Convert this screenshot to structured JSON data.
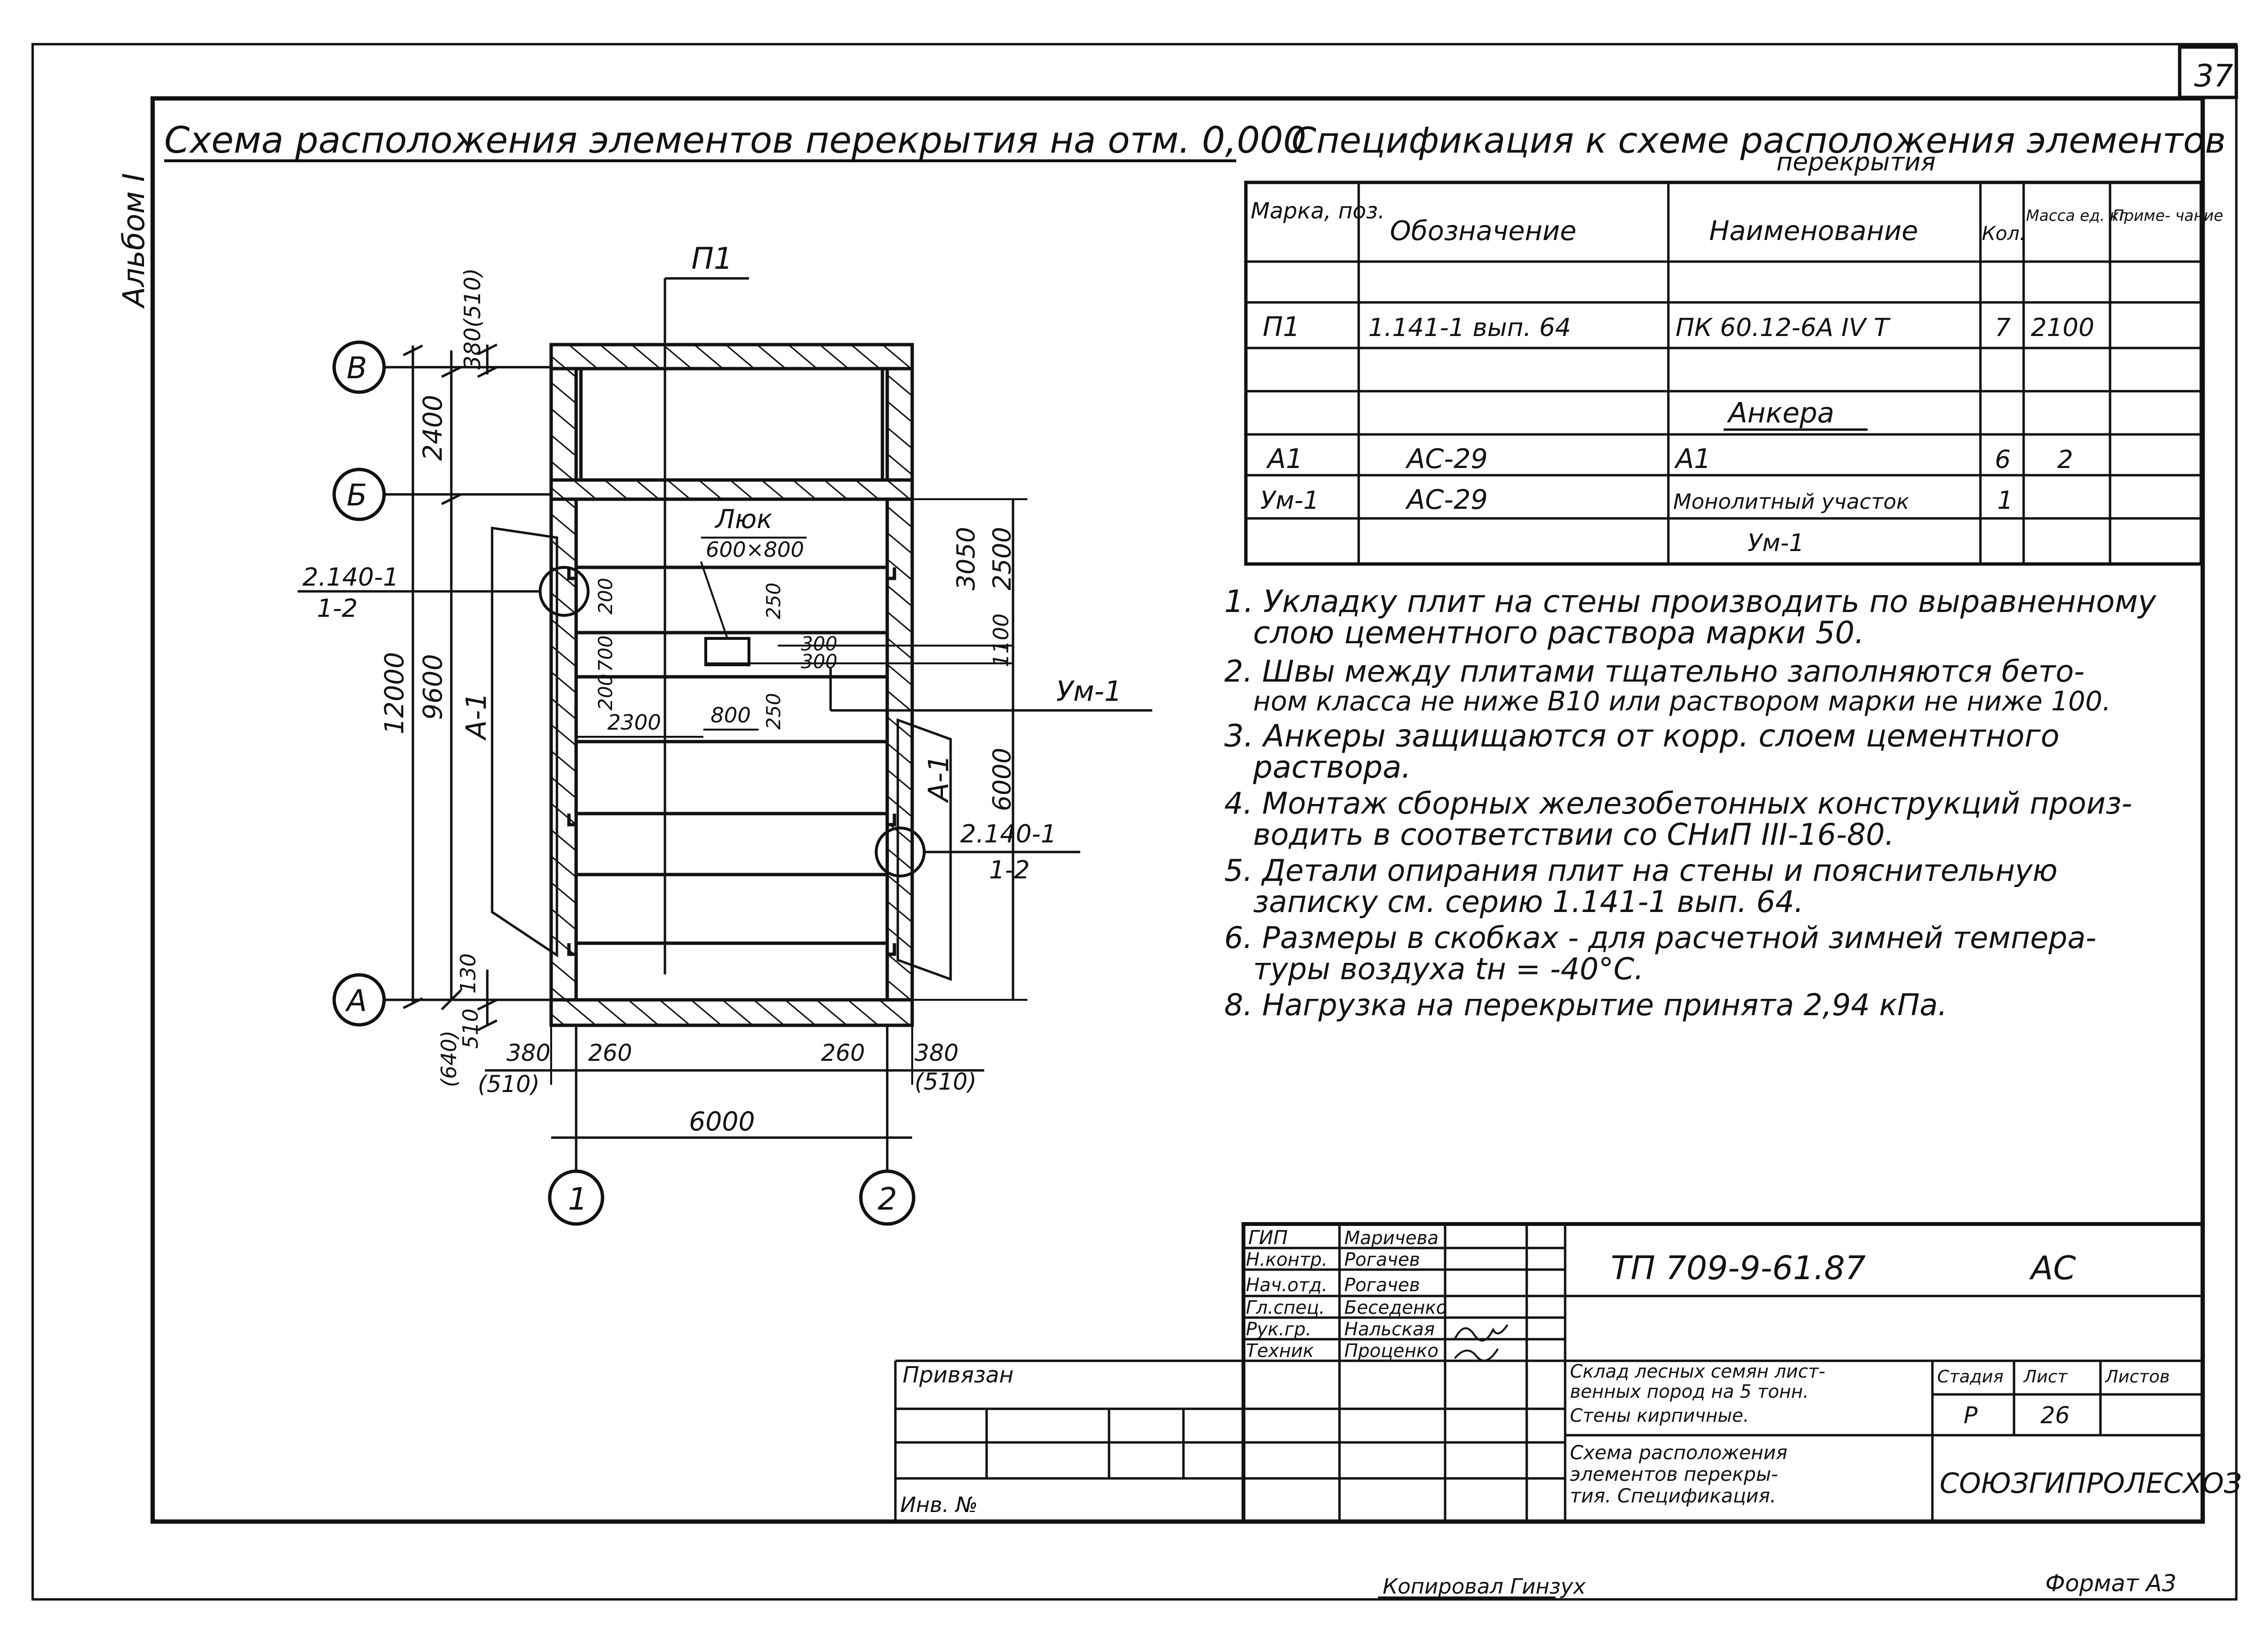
{
  "sheet": {
    "page_number": "37",
    "album": "Альбом I",
    "copied": "Копировал Гинзух",
    "format": "Формат А3"
  },
  "plan": {
    "title": "Схема расположения элементов перекрытия на отм. 0,000",
    "axes": {
      "rows": [
        "В",
        "Б",
        "А"
      ],
      "cols": [
        "1",
        "2"
      ]
    },
    "dims": {
      "d380_510": "380(510)",
      "d2400": "2400",
      "d12000": "12000",
      "d9600": "9600",
      "d130": "130",
      "d640": "(640)",
      "d510": "510",
      "d380": "380",
      "d510p": "(510)",
      "d260": "260",
      "d6000": "6000",
      "d3050": "3050",
      "d2500": "2500",
      "d1100": "1100",
      "d6000v": "6000",
      "d200": "200",
      "d700": "700",
      "d2300": "2300",
      "d800": "800",
      "d250": "250",
      "d300": "300"
    },
    "labels": {
      "p1": "П1",
      "hatch_title": "Люк",
      "hatch_size": "600×800",
      "um1": "Ум-1",
      "a1": "А-1",
      "node": "2.140-1",
      "node_sub": "1-2"
    }
  },
  "spec": {
    "title_l1": "Спецификация к схеме расположения элементов",
    "title_l2": "перекрытия",
    "headers": [
      "Марка, поз.",
      "Обозначение",
      "Наименование",
      "Кол.",
      "Масса ед. кг",
      "Приме- чание"
    ],
    "rows": [
      {
        "mark": "П1",
        "designation": "1.141-1   вып. 64",
        "name": "ПК 60.12-6А IV Т",
        "qty": "7",
        "mass": "2100",
        "note": ""
      },
      {
        "mark": "",
        "designation": "",
        "name": "Анкера",
        "qty": "",
        "mass": "",
        "note": ""
      },
      {
        "mark": "А1",
        "designation": "АС-29",
        "name": "А1",
        "qty": "6",
        "mass": "2",
        "note": ""
      },
      {
        "mark": "Ум-1",
        "designation": "АС-29",
        "name": "Монолитный участок",
        "qty": "1",
        "mass": "",
        "note": ""
      },
      {
        "mark": "",
        "designation": "",
        "name": "Ум-1",
        "qty": "",
        "mass": "",
        "note": ""
      }
    ]
  },
  "notes": [
    "1. Укладку плит на стены производить по выравненному",
    "слою цементного раствора марки 50.",
    "2. Швы между плитами тщательно заполняются бето-",
    "ном класса не ниже В10 или раствором марки не ниже 100.",
    "3. Анкеры защищаются от корр.    слоем цементного",
    "раствора.",
    "4. Монтаж сборных железобетонных конструкций произ-",
    "водить в соответствии со СНиП III-16-80.",
    "5. Детали опирания плит на стены и пояснительную",
    "записку см. серию 1.141-1 вып. 64.",
    "6. Размеры в скобках - для расчетной зимней темпера-",
    "туры воздуха tн = -40°С.",
    "8. Нагрузка на перекрытие принята   2,94 кПа."
  ],
  "stamp": {
    "roles": [
      {
        "role": "ГИП",
        "name": "Маричева"
      },
      {
        "role": "Н.контр.",
        "name": "Рогачев"
      },
      {
        "role": "Нач.отд.",
        "name": "Рогачев"
      },
      {
        "role": "Гл.спец.",
        "name": "Беседенко"
      },
      {
        "role": "Рук.гр.",
        "name": "Нальская"
      },
      {
        "role": "Техник",
        "name": "Проценко"
      }
    ],
    "code": "ТП 709-9-61.87",
    "section": "АС",
    "privyazan": "Привязан",
    "inv": "Инв. №",
    "object_l1": "Склад лесных семян лист-",
    "object_l2": "венных пород на 5 тонн.",
    "object_l3": "Стены кирпичные.",
    "sheet_l1": "Схема расположения",
    "sheet_l2": "элементов перекры-",
    "sheet_l3": "тия. Спецификация.",
    "stage_h": "Стадия",
    "sheet_h": "Лист",
    "sheets_h": "Листов",
    "stage": "Р",
    "sheet_no": "26",
    "org": "СОЮЗГИПРОЛЕСХОЗ"
  }
}
